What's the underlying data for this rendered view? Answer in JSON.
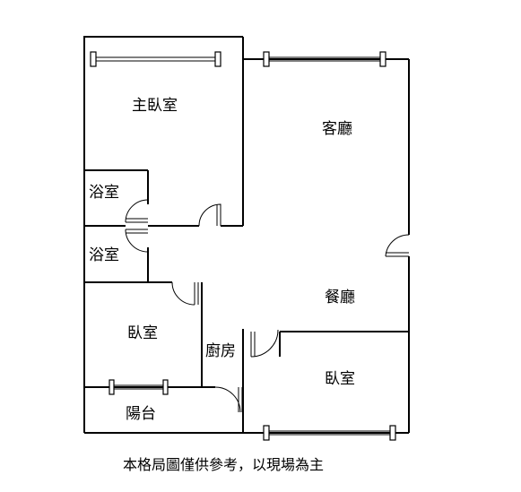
{
  "rooms": {
    "master_bedroom": "主臥室",
    "living_room": "客廳",
    "bathroom_1": "浴室",
    "bathroom_2": "浴室",
    "dining_room": "餐廳",
    "bedroom_1": "臥室",
    "kitchen": "廚房",
    "bedroom_2": "臥室",
    "balcony": "陽台"
  },
  "note": "本格局圖僅供參考，以現場為主"
}
